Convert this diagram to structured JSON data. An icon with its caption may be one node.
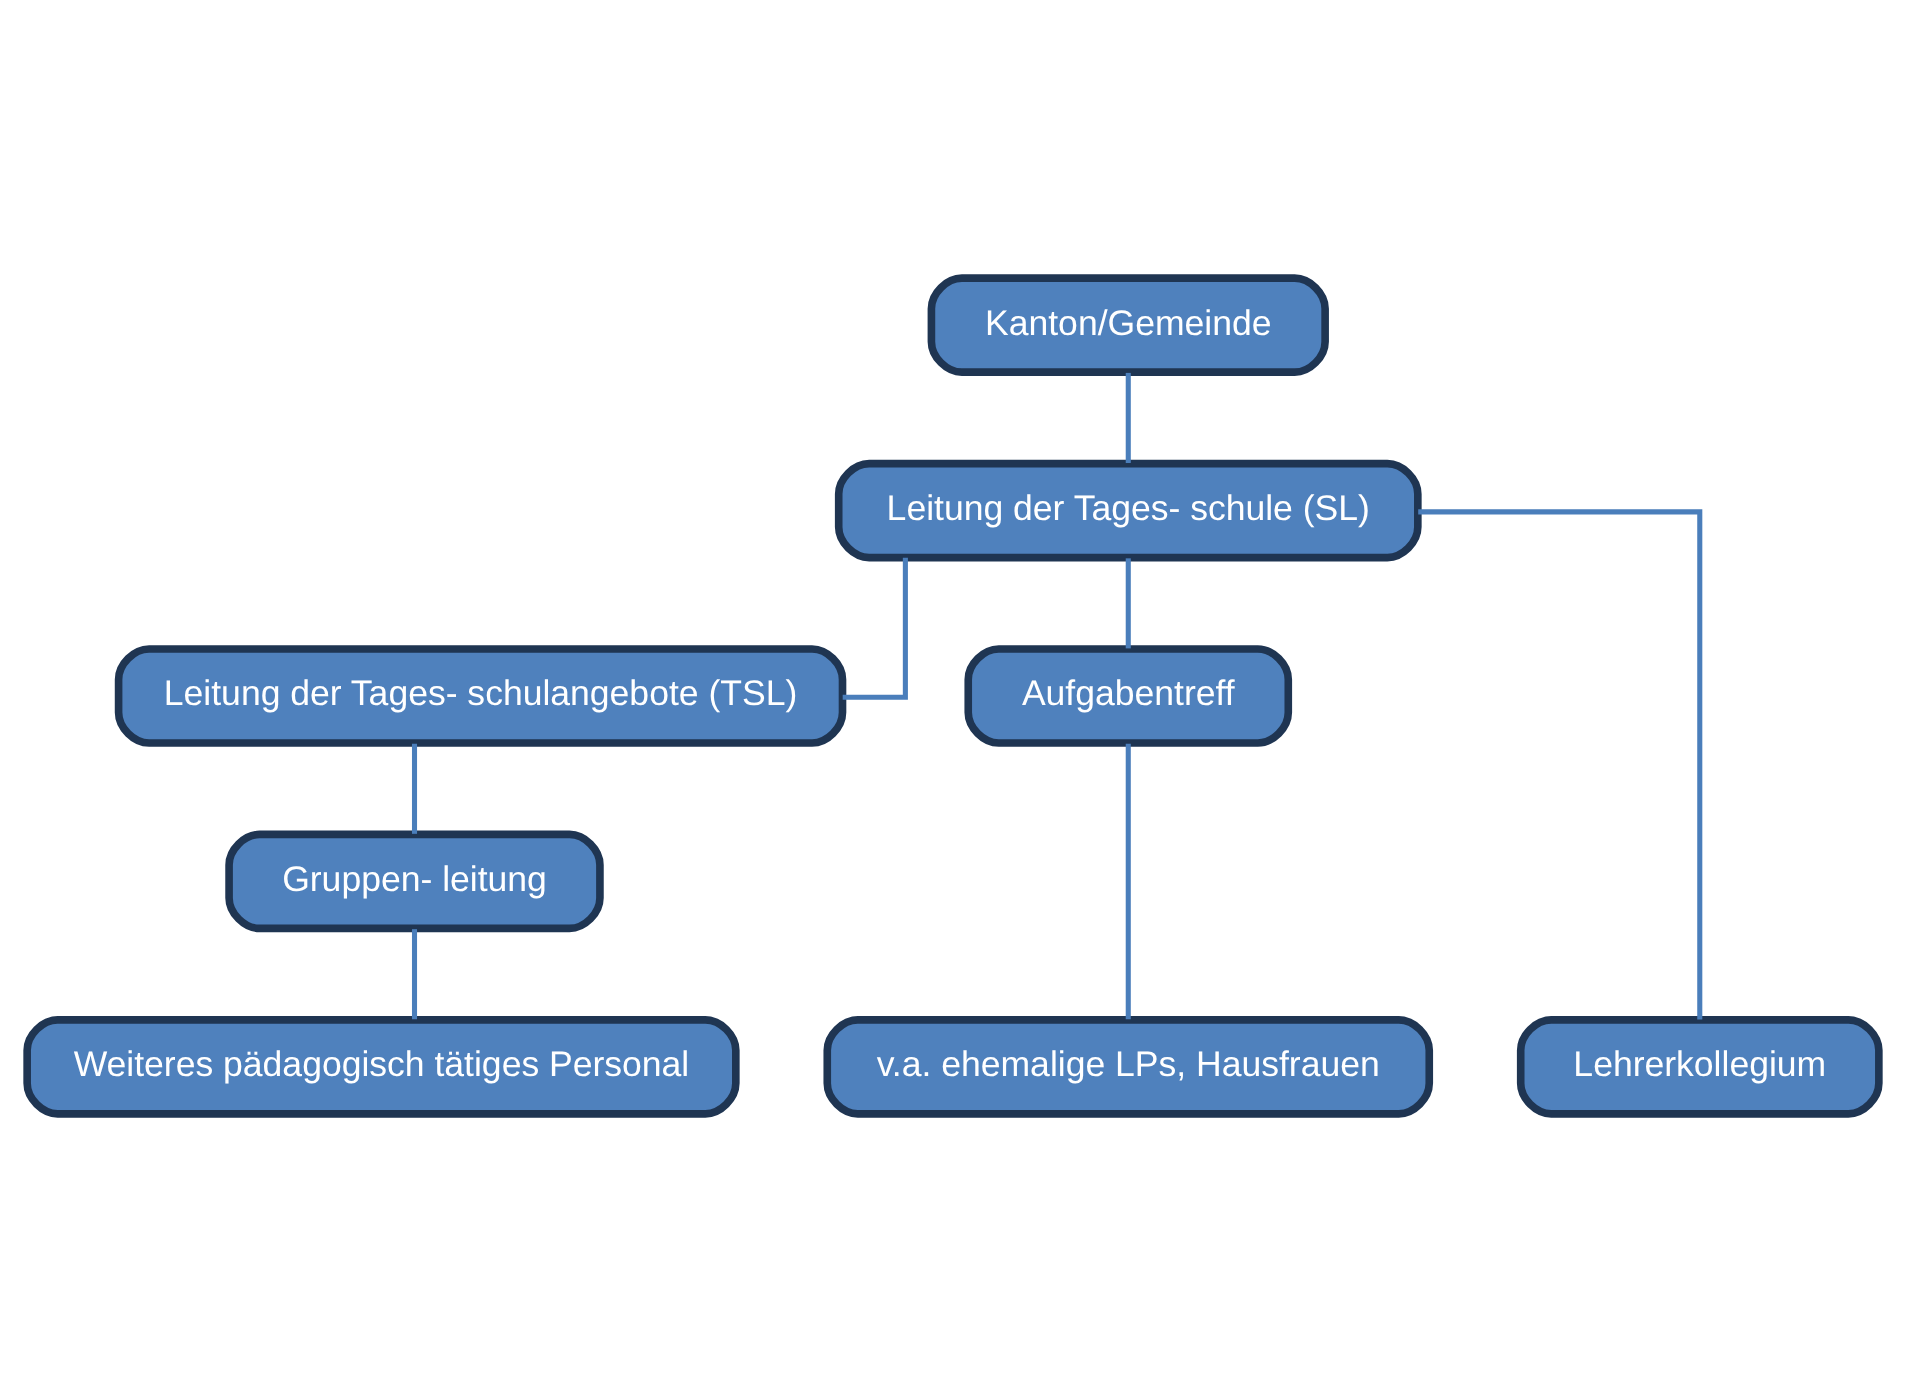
{
  "diagram": {
    "nodes": [
      {
        "text": [
          "Kanton/Gemeinde"
        ]
      },
      {
        "text": [
          "Leitung der Tages- schule (SL)"
        ]
      },
      {
        "text": [
          "Leitung der Tages- schulangebote (TSL)"
        ]
      },
      {
        "text": [
          "Aufgabentreff"
        ]
      },
      {
        "text": [
          "Gruppen- leitung"
        ]
      },
      {
        "text": [
          "Lehrerkollegium"
        ]
      },
      {
        "text": [
          "Weiteres pädagogisch tätiges Personal"
        ]
      },
      {
        "text": [
          "v.a. ehemalige LPs, Hausfrauen"
        ]
      }
    ],
    "edges": [
      {
        "from": 0,
        "to": 1,
        "arrow": "none"
      },
      {
        "from": 1,
        "to": 5,
        "arrow": "none"
      },
      {
        "from": 1,
        "to": 2,
        "arrow": "none"
      },
      {
        "from": 1,
        "to": 3,
        "arrow": "none"
      },
      {
        "from": 2,
        "to": 4,
        "arrow": "none"
      },
      {
        "from": 4,
        "to": 6,
        "arrow": "none"
      },
      {
        "from": 3,
        "to": 7,
        "arrow": "none"
      }
    ]
  }
}
